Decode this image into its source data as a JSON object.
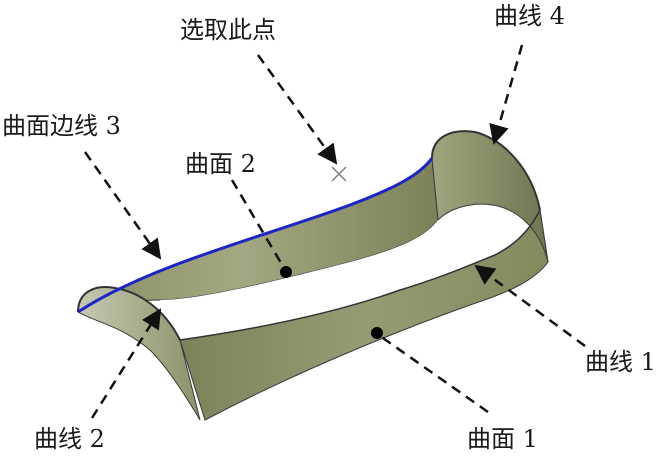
{
  "labels": {
    "pick_point": "选取此点",
    "curve4": "曲线 4",
    "surface_edge3": "曲面边线 3",
    "surface2": "曲面 2",
    "curve1": "曲线 1",
    "curve2": "曲线 2",
    "surface1": "曲面 1"
  },
  "colors": {
    "surface_fill": "#8c9066",
    "surface_dark": "#6e7450",
    "edge_highlight": "#1a24c8",
    "outline": "#333333",
    "leader": "#111111",
    "marker": "#808080"
  }
}
